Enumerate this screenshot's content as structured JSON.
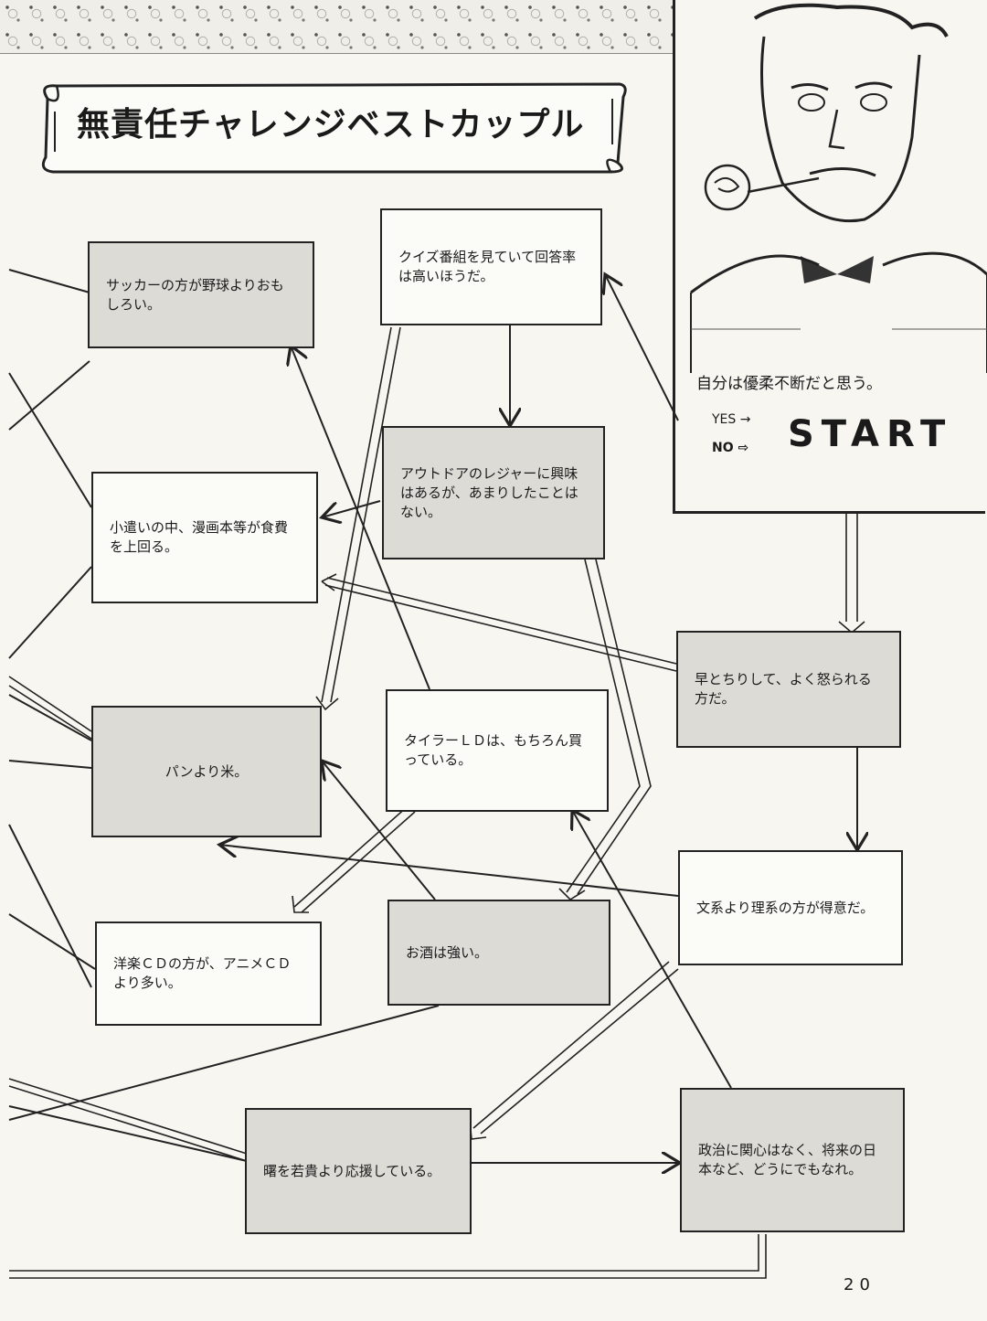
{
  "title": "無責任チャレンジベストカップル",
  "start_panel": {
    "question": "自分は優柔不断だと思う。",
    "yes_label": "YES →",
    "no_label": "NO ⇨",
    "start_label": "START"
  },
  "nodes": {
    "soccer": "サッカーの方が野球よりおもしろい。",
    "quiz": "クイズ番組を見ていて回答率は高いほうだ。",
    "outdoor": "アウトドアのレジャーに興味はあるが、あまりしたことはない。",
    "manga": "小遣いの中、漫画本等が食費を上回る。",
    "hayatochiri": "早とちりして、よく怒られる方だ。",
    "rice": "パンより米。",
    "taylor": "タイラーＬＤは、もちろん買っている。",
    "bunkei": "文系より理系の方が得意だ。",
    "cd": "洋楽ＣＤの方が、アニメＣＤより多い。",
    "sake": "お酒は強い。",
    "akebono": "曙を若貴より応援している。",
    "seiji": "政治に関心はなく、将来の日本など、どうにでもなれ。"
  },
  "page_number": "20"
}
